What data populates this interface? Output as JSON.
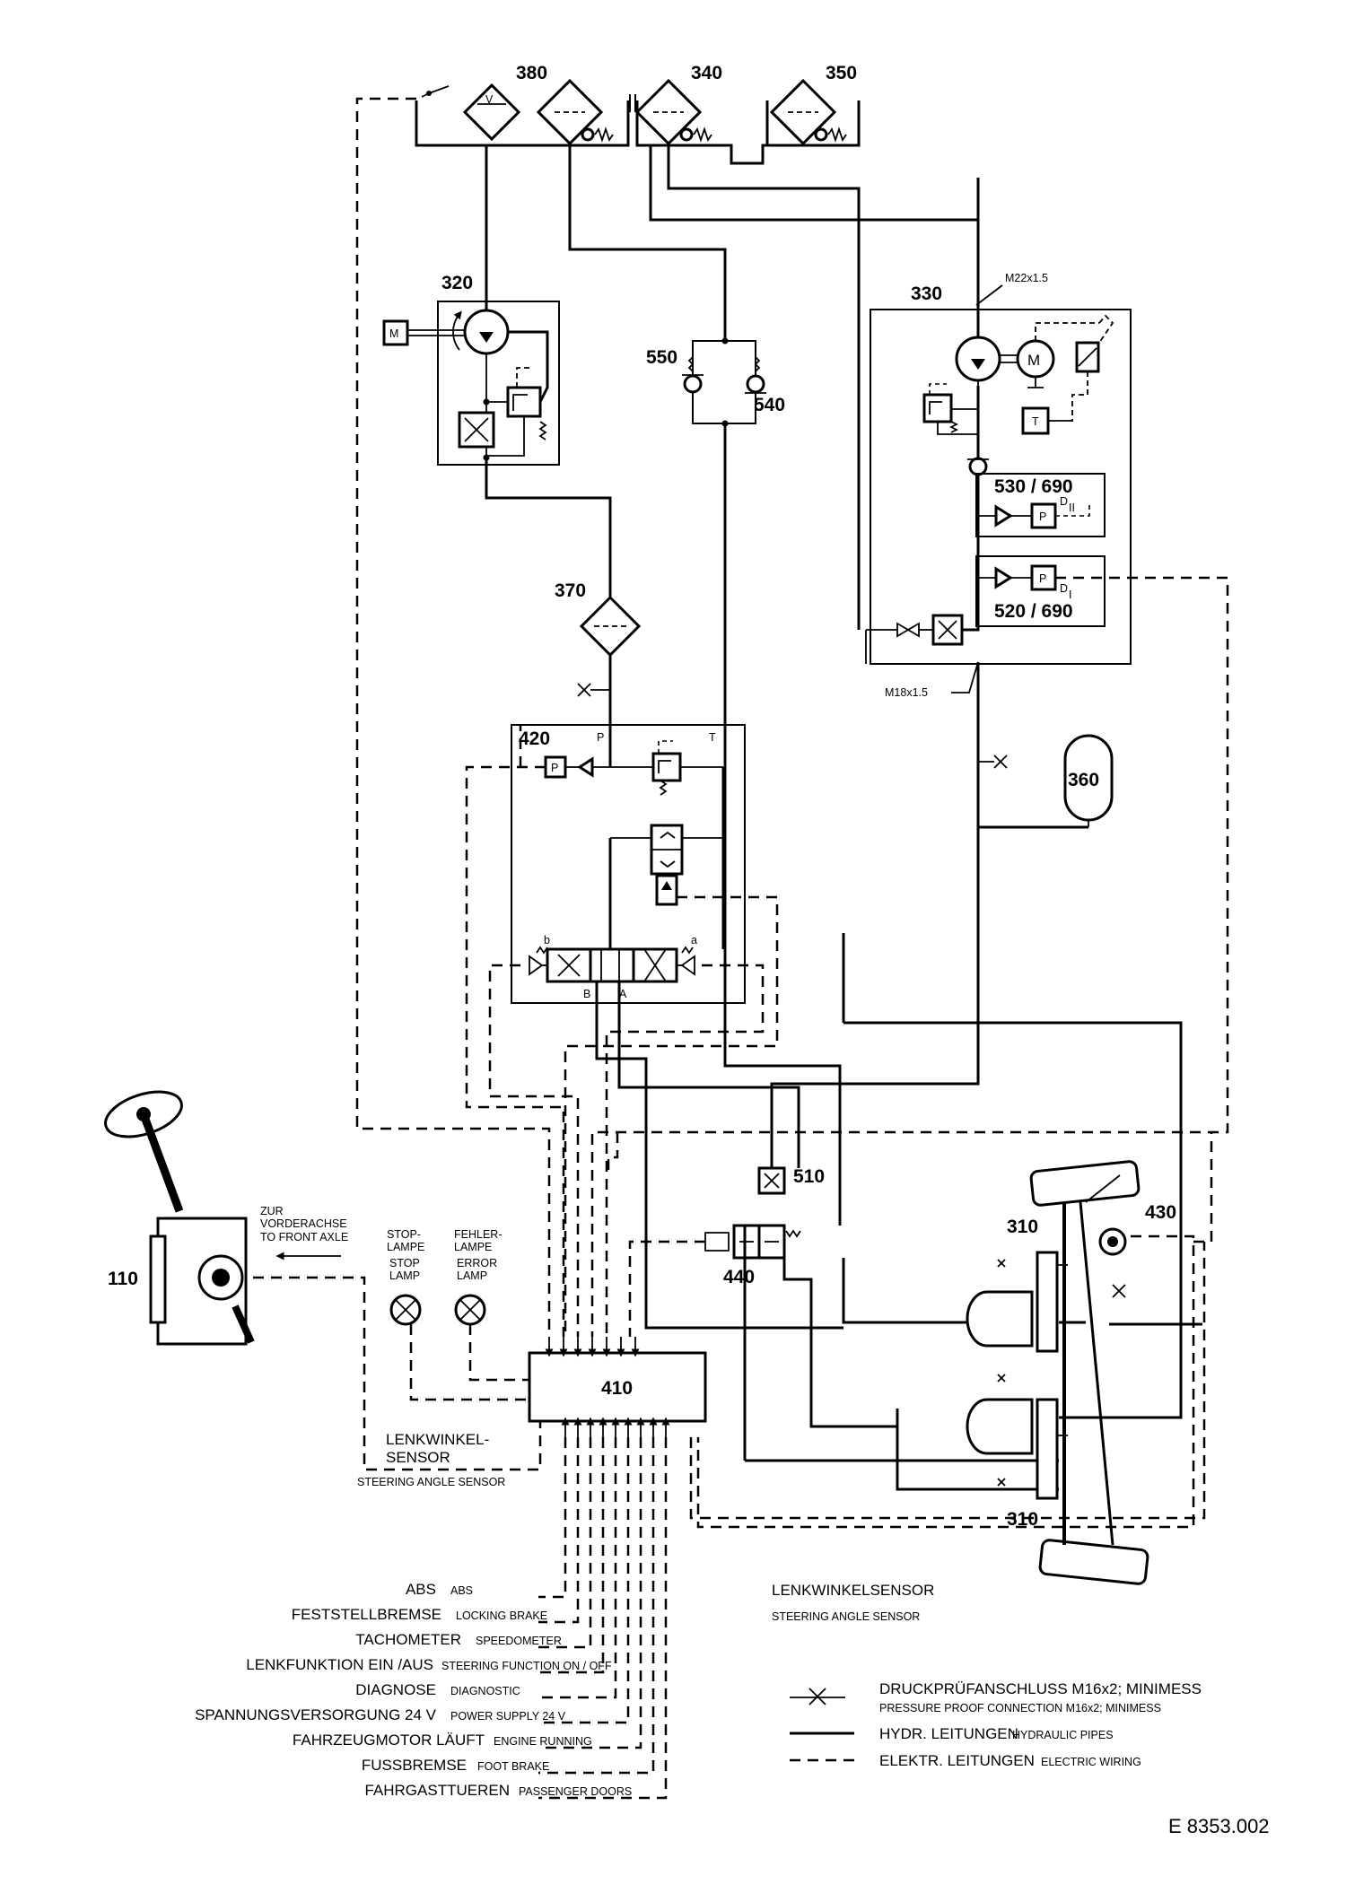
{
  "components": {
    "c380": "380",
    "c340": "340",
    "c350": "350",
    "c320": "320",
    "c330": "330",
    "c550": "550",
    "c540": "540",
    "c530": "530 / 690",
    "c520": "520 / 690",
    "c370": "370",
    "c420": "420",
    "c360": "360",
    "c510": "510",
    "c440": "440",
    "c410": "410",
    "c430": "430",
    "c310a": "310",
    "c310b": "310",
    "c110": "110"
  },
  "port_labels": {
    "m22": "M22x1.5",
    "m18": "M18x1.5",
    "p": "P",
    "t": "T",
    "a": "A",
    "b": "B",
    "a_small": "a",
    "b_small": "b",
    "d1": "D",
    "d1_sub": "I",
    "d2": "D",
    "d2_sub": "II",
    "motor": "M",
    "motor_small": "M",
    "temp": "T",
    "pressure_p": "P",
    "v": "V"
  },
  "steering_labels": {
    "zur_de": "ZUR",
    "vorderachse_de": "VORDERACHSE",
    "front_axle_en": "TO FRONT AXLE",
    "stop_de_1": "STOP-",
    "stop_de_2": "LAMPE",
    "stop_en_1": "STOP",
    "stop_en_2": "LAMP",
    "fehler_de_1": "FEHLER-",
    "fehler_de_2": "LAMPE",
    "fehler_en_1": "ERROR",
    "fehler_en_2": "LAMP",
    "sensor_de_1": "LENKWINKEL-",
    "sensor_de_2": "SENSOR",
    "sensor_en": "STEERING ANGLE SENSOR",
    "sensor2_de": "LENKWINKELSENSOR",
    "sensor2_en": "STEERING ANGLE SENSOR"
  },
  "inputs": [
    {
      "de": "ABS",
      "en": "ABS"
    },
    {
      "de": "FESTSTELLBREMSE",
      "en": "LOCKING BRAKE"
    },
    {
      "de": "TACHOMETER",
      "en": "SPEEDOMETER"
    },
    {
      "de": "LENKFUNKTION EIN /AUS",
      "en": "STEERING FUNCTION ON / OFF"
    },
    {
      "de": "DIAGNOSE",
      "en": "DIAGNOSTIC"
    },
    {
      "de": "SPANNUNGSVERSORGUNG 24 V",
      "en": "POWER SUPPLY 24 V"
    },
    {
      "de": "FAHRZEUGMOTOR LÄUFT",
      "en": "ENGINE RUNNING"
    },
    {
      "de": "FUSSBREMSE",
      "en": "FOOT BRAKE"
    },
    {
      "de": "FAHRGASTTUEREN",
      "en": "PASSENGER DOORS"
    }
  ],
  "legend": {
    "pressure_de": "DRUCKPRÜFANSCHLUSS M16x2; MINIMESS",
    "pressure_en": "PRESSURE PROOF CONNECTION  M16x2; MINIMESS",
    "hyd_de": "HYDR. LEITUNGEN",
    "hyd_en": "HYDRAULIC PIPES",
    "ele_de": "ELEKTR. LEITUNGEN",
    "ele_en": "ELECTRIC WIRING"
  },
  "drawing_number": "E 8353.002"
}
